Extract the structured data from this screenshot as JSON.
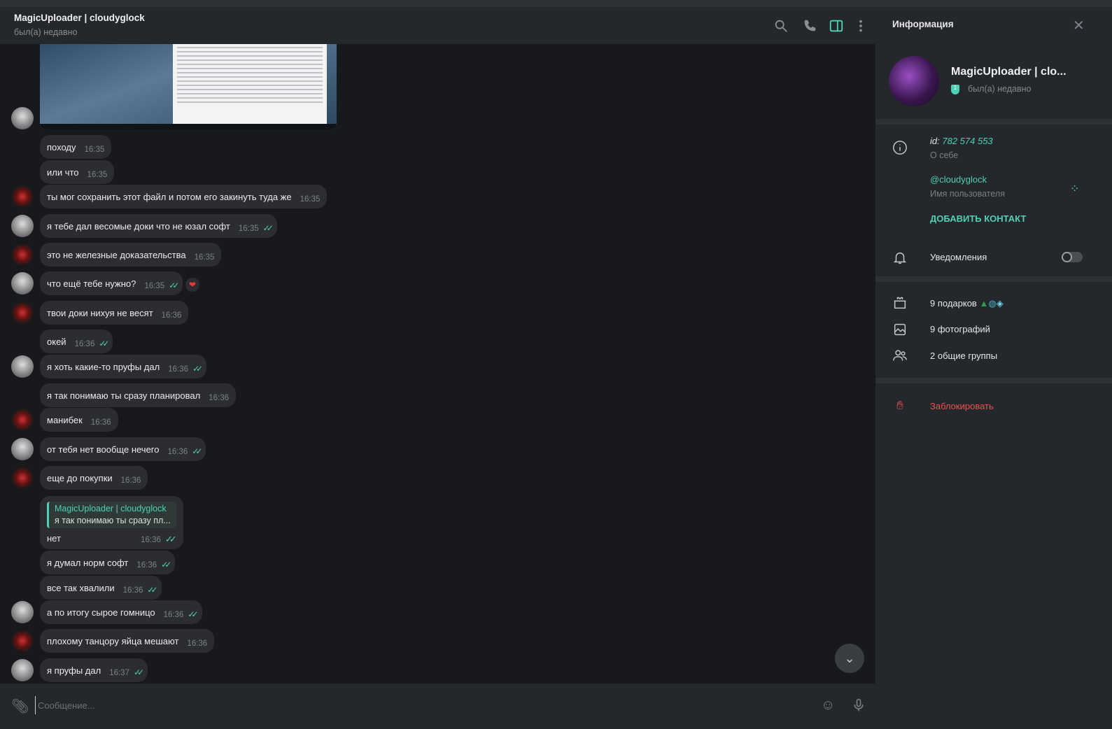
{
  "header": {
    "title": "MagicUploader | cloudyglock",
    "status": "был(а) недавно"
  },
  "messages": [
    {
      "text": "походу",
      "time": "16:35",
      "avatar": "",
      "read": false
    },
    {
      "text": "или что",
      "time": "16:35",
      "avatar": "",
      "read": false
    },
    {
      "text": "ты мог сохранить этот файл и потом его закинуть туда же",
      "time": "16:35",
      "avatar": "b",
      "read": false
    },
    {
      "text": "я тебе дал весомые доки что не юзал софт",
      "time": "16:35",
      "avatar": "a",
      "read": true
    },
    {
      "text": "это не железные доказательства",
      "time": "16:35",
      "avatar": "b",
      "read": false
    },
    {
      "text": "что ещё тебе нужно?",
      "time": "16:35",
      "avatar": "a",
      "read": true,
      "reaction": "❤"
    },
    {
      "text": "твои доки нихуя не весят",
      "time": "16:36",
      "avatar": "b",
      "read": false
    },
    {
      "text": "окей",
      "time": "16:36",
      "avatar": "",
      "read": true
    },
    {
      "text": "я хоть какие-то пруфы дал",
      "time": "16:36",
      "avatar": "a",
      "read": true
    },
    {
      "text": "я так понимаю ты сразу планировал",
      "time": "16:36",
      "avatar": "",
      "read": false
    },
    {
      "text": "манибек",
      "time": "16:36",
      "avatar": "b",
      "read": false
    },
    {
      "text": "от тебя нет вообще нечего",
      "time": "16:36",
      "avatar": "a",
      "read": true
    },
    {
      "text": "еще до покупки",
      "time": "16:36",
      "avatar": "b",
      "read": false
    },
    {
      "text": "я думал норм софт",
      "time": "16:36",
      "avatar": "",
      "read": true
    },
    {
      "text": "все так хвалили",
      "time": "16:36",
      "avatar": "",
      "read": true
    },
    {
      "text": "а по итогу сырое гомницо",
      "time": "16:36",
      "avatar": "a",
      "read": true
    },
    {
      "text": "плохому танцору яйца мешают",
      "time": "16:36",
      "avatar": "b",
      "read": false
    },
    {
      "text": "я пруфы дал",
      "time": "16:37",
      "avatar": "a",
      "read": true
    }
  ],
  "reply_message": {
    "quote_name": "MagicUploader | cloudyglock",
    "quote_text": "я так понимаю ты сразу пл...",
    "text": "нет",
    "time": "16:36"
  },
  "composer": {
    "placeholder": "Сообщение..."
  },
  "panel": {
    "title": "Информация",
    "name": "MagicUploader | clo...",
    "status": "был(а) недавно",
    "badge": "1",
    "id_label": "id:",
    "id_value": "782 574 553",
    "about_label": "О себе",
    "username": "@cloudyglock",
    "username_label": "Имя пользователя",
    "add_contact": "ДОБАВИТЬ КОНТАКТ",
    "notifications": "Уведомления",
    "notifications_on": false,
    "gifts": "9 подарков",
    "photos": "9 фотографий",
    "groups": "2 общие группы",
    "block": "Заблокировать"
  },
  "colors": {
    "accent": "#4fd1b5",
    "danger": "#e8534d",
    "bubble": "#2b2d31"
  }
}
